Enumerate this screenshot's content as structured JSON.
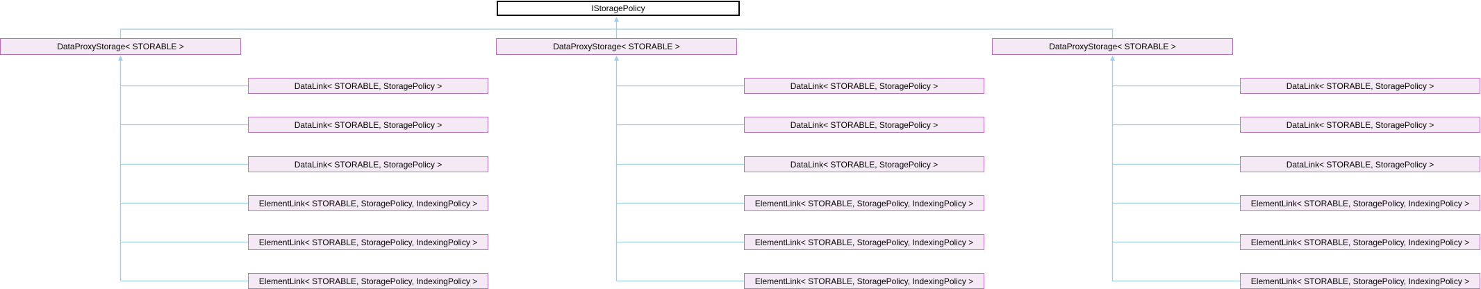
{
  "diagram": {
    "kind": "class-inheritance-graph",
    "root": "IStoragePolicy",
    "subtrees": [
      {
        "parent": "DataProxyStorage< STORABLE >",
        "children": [
          "DataLink< STORABLE, StoragePolicy >",
          "DataLink< STORABLE, StoragePolicy >",
          "DataLink< STORABLE, StoragePolicy >",
          "ElementLink< STORABLE, StoragePolicy, IndexingPolicy >",
          "ElementLink< STORABLE, StoragePolicy, IndexingPolicy >",
          "ElementLink< STORABLE, StoragePolicy, IndexingPolicy >"
        ]
      },
      {
        "parent": "DataProxyStorage< STORABLE >",
        "children": [
          "DataLink< STORABLE, StoragePolicy >",
          "DataLink< STORABLE, StoragePolicy >",
          "DataLink< STORABLE, StoragePolicy >",
          "ElementLink< STORABLE, StoragePolicy, IndexingPolicy >",
          "ElementLink< STORABLE, StoragePolicy, IndexingPolicy >",
          "ElementLink< STORABLE, StoragePolicy, IndexingPolicy >"
        ]
      },
      {
        "parent": "DataProxyStorage< STORABLE >",
        "children": [
          "DataLink< STORABLE, StoragePolicy >",
          "DataLink< STORABLE, StoragePolicy >",
          "DataLink< STORABLE, StoragePolicy >",
          "ElementLink< STORABLE, StoragePolicy, IndexingPolicy >",
          "ElementLink< STORABLE, StoragePolicy, IndexingPolicy >",
          "ElementLink< STORABLE, StoragePolicy, IndexingPolicy >"
        ]
      }
    ],
    "colors": {
      "edge": "#a0cce6",
      "node-border": "#bb6dbb",
      "node-fill": "#f5e9f5",
      "root-border": "#000000",
      "root-fill": "#ffffff",
      "text": "#000000"
    }
  }
}
